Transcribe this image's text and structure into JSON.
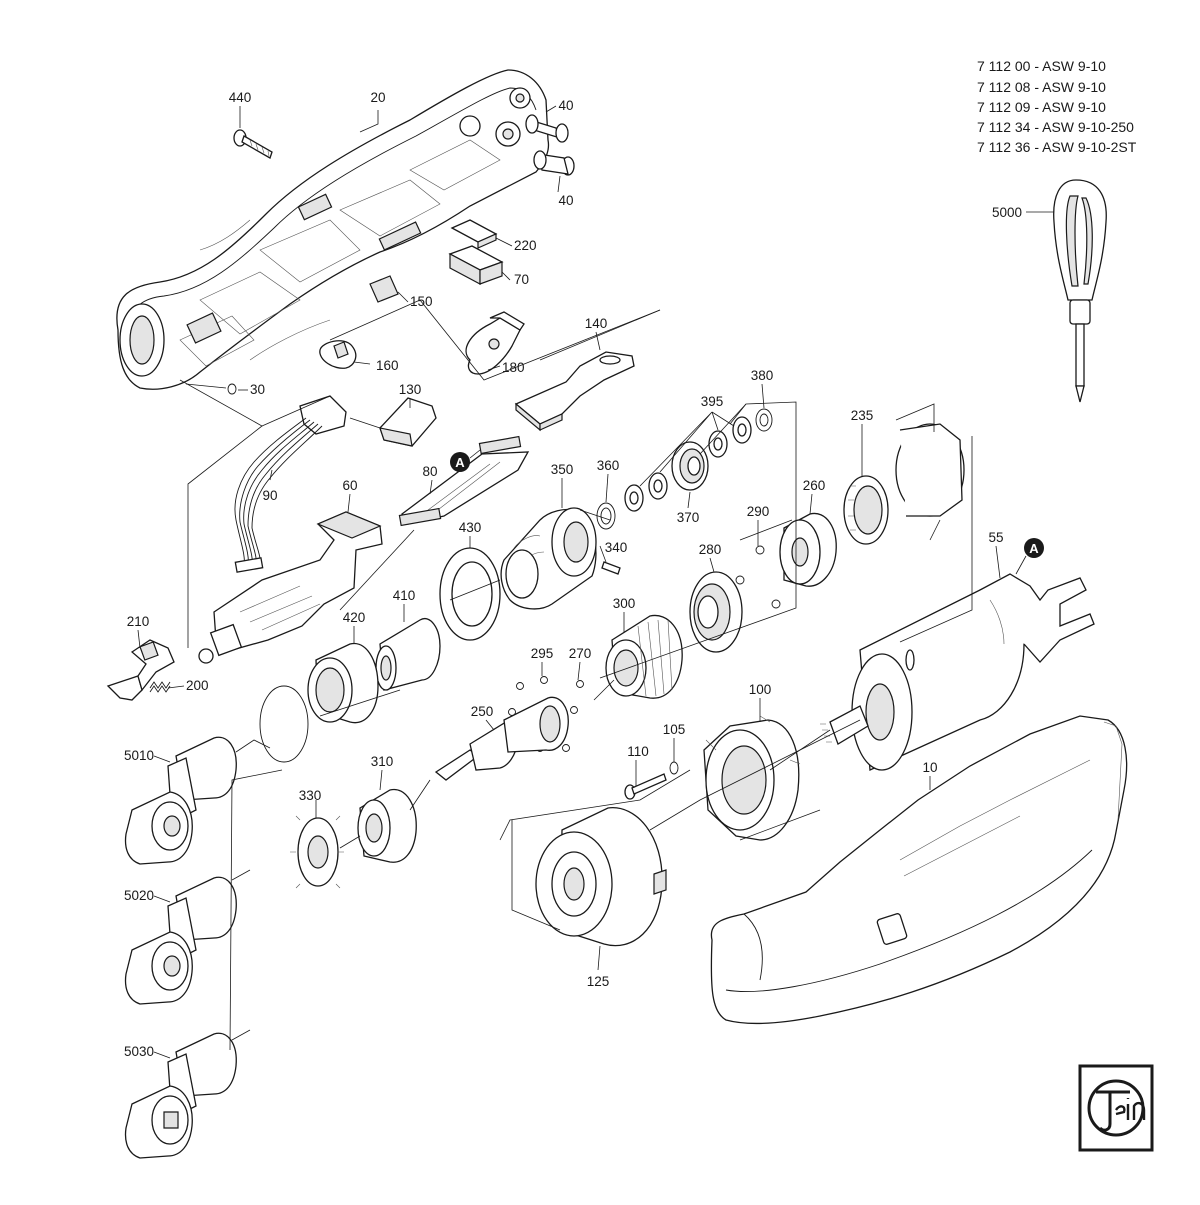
{
  "models": [
    "7 112 00 - ASW 9-10",
    "7 112 08 - ASW 9-10",
    "7 112 09 - ASW 9-10",
    "7 112 34 - ASW 9-10-250",
    "7 112 36 - ASW 9-10-2ST"
  ],
  "connector_marker": "A",
  "logo_text": "Fein",
  "parts": {
    "p440": "440",
    "p20": "20",
    "p40a": "40",
    "p40b": "40",
    "p220": "220",
    "p70": "70",
    "p150": "150",
    "p160": "160",
    "p180": "180",
    "p140": "140",
    "p30": "30",
    "p130": "130",
    "p90": "90",
    "p80": "80",
    "p60": "60",
    "p210": "210",
    "p200": "200",
    "p395": "395",
    "p380": "380",
    "p360": "360",
    "p350": "350",
    "p370": "370",
    "p340": "340",
    "p430": "430",
    "p410": "410",
    "p420": "420",
    "p235": "235",
    "p260": "260",
    "p290": "290",
    "p280": "280",
    "p300": "300",
    "p295": "295",
    "p270": "270",
    "p250": "250",
    "p55": "55",
    "p100": "100",
    "p105": "105",
    "p110": "110",
    "p10": "10",
    "p310": "310",
    "p330": "330",
    "p125": "125",
    "p5000": "5000",
    "p5010": "5010",
    "p5020": "5020",
    "p5030": "5030"
  }
}
